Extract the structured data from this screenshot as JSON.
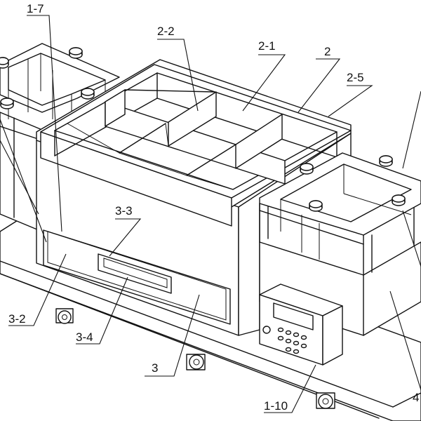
{
  "labels": {
    "l_1_7": "1-7",
    "l_2_2": "2-2",
    "l_2_1": "2-1",
    "l_2": "2",
    "l_2_5": "2-5",
    "l_3_3": "3-3",
    "l_3_2": "3-2",
    "l_3_4": "3-4",
    "l_3": "3",
    "l_1_10": "1-10",
    "l_4": "4"
  }
}
